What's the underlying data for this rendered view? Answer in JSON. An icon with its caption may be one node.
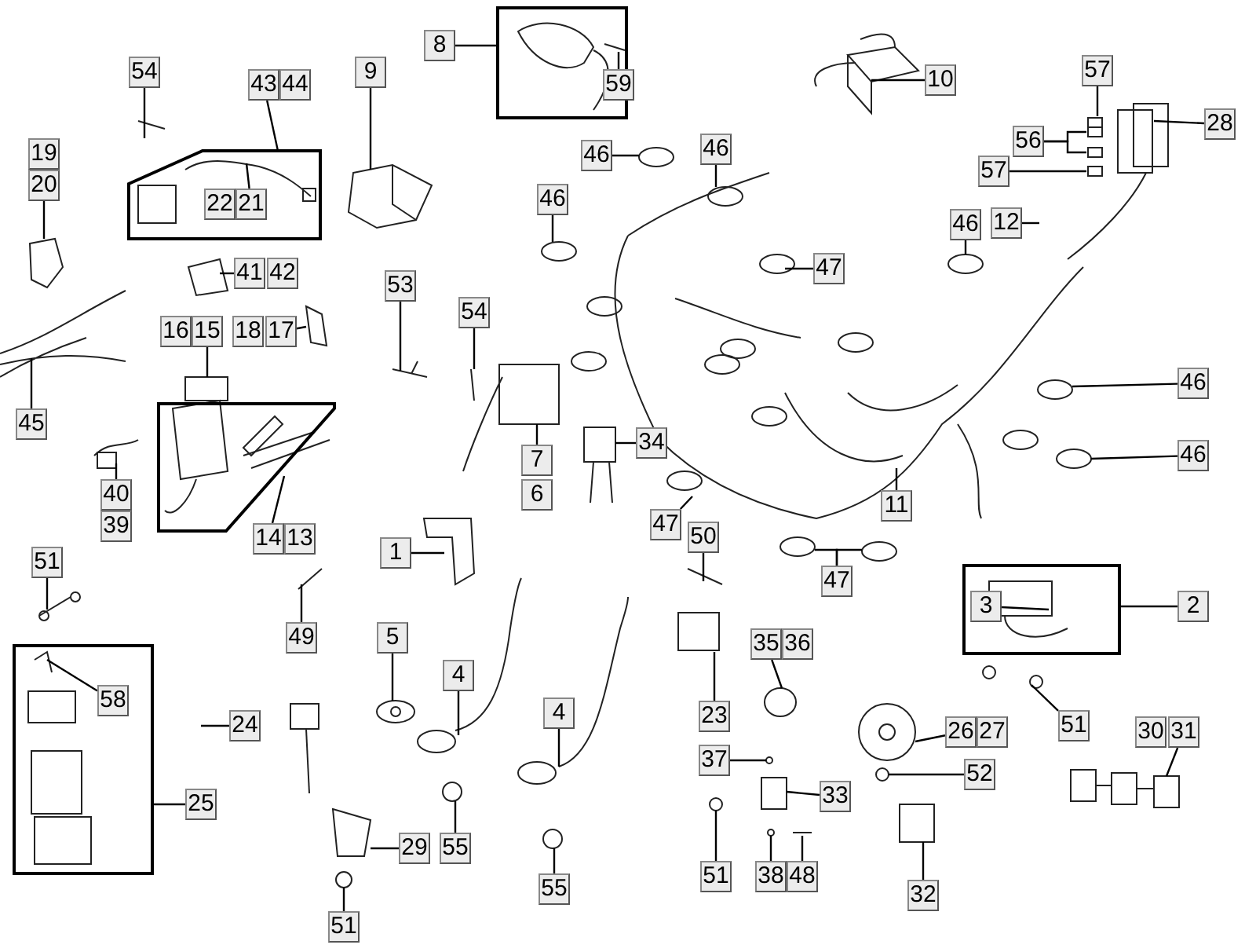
{
  "diagram": {
    "nodes": [
      {
        "text": [
          "54"
        ]
      },
      {
        "text": [
          "43"
        ]
      },
      {
        "text": [
          "44"
        ]
      },
      {
        "text": [
          "9"
        ]
      },
      {
        "text": [
          "8"
        ]
      },
      {
        "text": [],
        "shape": "box"
      },
      {
        "text": [
          "59"
        ],
        "in": 5
      },
      {
        "text": [
          "10"
        ]
      },
      {
        "text": [
          "57"
        ]
      },
      {
        "text": [
          "56"
        ]
      },
      {
        "text": [
          "57"
        ]
      },
      {
        "text": [
          "28"
        ]
      },
      {
        "text": [
          "19"
        ]
      },
      {
        "text": [
          "20"
        ]
      },
      {
        "text": [],
        "shape": "box"
      },
      {
        "text": [
          "22"
        ],
        "in": 14
      },
      {
        "text": [
          "21"
        ],
        "in": 14
      },
      {
        "text": [
          "46"
        ]
      },
      {
        "text": [
          "46"
        ]
      },
      {
        "text": [
          "46"
        ]
      },
      {
        "text": [
          "12"
        ]
      },
      {
        "text": [
          "46"
        ]
      },
      {
        "text": [
          "47"
        ]
      },
      {
        "text": [
          "41"
        ]
      },
      {
        "text": [
          "42"
        ]
      },
      {
        "text": [
          "16"
        ]
      },
      {
        "text": [
          "15"
        ]
      },
      {
        "text": [
          "18"
        ]
      },
      {
        "text": [
          "17"
        ]
      },
      {
        "text": [
          "53"
        ]
      },
      {
        "text": [
          "54"
        ]
      },
      {
        "text": [
          "46"
        ]
      },
      {
        "text": [
          "45"
        ]
      },
      {
        "text": [],
        "shape": "box"
      },
      {
        "text": [
          "46"
        ]
      },
      {
        "text": [
          "40"
        ]
      },
      {
        "text": [
          "7"
        ]
      },
      {
        "text": [
          "34"
        ]
      },
      {
        "text": [
          "6"
        ]
      },
      {
        "text": [
          "11"
        ]
      },
      {
        "text": [
          "39"
        ]
      },
      {
        "text": [
          "14"
        ]
      },
      {
        "text": [
          "13"
        ]
      },
      {
        "text": [
          "47"
        ]
      },
      {
        "text": [
          "50"
        ]
      },
      {
        "text": [
          "1"
        ]
      },
      {
        "text": [
          "51"
        ]
      },
      {
        "text": [
          "47"
        ]
      },
      {
        "text": [],
        "shape": "box"
      },
      {
        "text": [
          "3"
        ],
        "in": 48
      },
      {
        "text": [
          "2"
        ]
      },
      {
        "text": [
          "49"
        ]
      },
      {
        "text": [
          "5"
        ]
      },
      {
        "text": [
          "35"
        ]
      },
      {
        "text": [
          "36"
        ]
      },
      {
        "text": [],
        "shape": "box"
      },
      {
        "text": [
          "58"
        ],
        "in": 55
      },
      {
        "text": [
          "4"
        ]
      },
      {
        "text": [
          "4"
        ]
      },
      {
        "text": [
          "24"
        ]
      },
      {
        "text": [
          "23"
        ]
      },
      {
        "text": [
          "51"
        ]
      },
      {
        "text": [
          "26"
        ]
      },
      {
        "text": [
          "27"
        ]
      },
      {
        "text": [
          "30"
        ]
      },
      {
        "text": [
          "31"
        ]
      },
      {
        "text": [
          "37"
        ]
      },
      {
        "text": [
          "52"
        ]
      },
      {
        "text": [
          "33"
        ]
      },
      {
        "text": [
          "25"
        ]
      },
      {
        "text": [
          "29"
        ]
      },
      {
        "text": [
          "55"
        ]
      },
      {
        "text": [
          "51"
        ]
      },
      {
        "text": [
          "38"
        ]
      },
      {
        "text": [
          "48"
        ]
      },
      {
        "text": [
          "55"
        ]
      },
      {
        "text": [
          "32"
        ]
      },
      {
        "text": [
          "51"
        ]
      }
    ],
    "edges": [
      {
        "from": 0,
        "to": null,
        "arrow": "none"
      },
      {
        "from": 1,
        "to": 14,
        "arrow": "none"
      },
      {
        "from": 3,
        "to": null,
        "arrow": "none"
      },
      {
        "from": 4,
        "to": 5,
        "arrow": "none"
      },
      {
        "from": 6,
        "to": null,
        "arrow": "none"
      },
      {
        "from": 7,
        "to": null,
        "arrow": "none"
      },
      {
        "from": 8,
        "to": null,
        "arrow": "none"
      },
      {
        "from": 9,
        "to": null,
        "arrow": "none"
      },
      {
        "from": 9,
        "to": null,
        "arrow": "none"
      },
      {
        "from": 10,
        "to": null,
        "arrow": "none"
      },
      {
        "from": 11,
        "to": null,
        "arrow": "none"
      },
      {
        "from": 13,
        "to": null,
        "arrow": "none"
      },
      {
        "from": 16,
        "to": null,
        "arrow": "none"
      },
      {
        "from": 17,
        "to": null,
        "arrow": "none"
      },
      {
        "from": 18,
        "to": null,
        "arrow": "none"
      },
      {
        "from": 19,
        "to": null,
        "arrow": "none"
      },
      {
        "from": 20,
        "to": null,
        "arrow": "none"
      },
      {
        "from": 21,
        "to": null,
        "arrow": "none"
      },
      {
        "from": 22,
        "to": null,
        "arrow": "none"
      },
      {
        "from": 23,
        "to": null,
        "arrow": "none"
      },
      {
        "from": 26,
        "to": null,
        "arrow": "none"
      },
      {
        "from": 28,
        "to": null,
        "arrow": "none"
      },
      {
        "from": 29,
        "to": null,
        "arrow": "none"
      },
      {
        "from": 30,
        "to": null,
        "arrow": "none"
      },
      {
        "from": 31,
        "to": null,
        "arrow": "none"
      },
      {
        "from": 32,
        "to": null,
        "arrow": "none"
      },
      {
        "from": 34,
        "to": null,
        "arrow": "none"
      },
      {
        "from": 35,
        "to": null,
        "arrow": "none"
      },
      {
        "from": 36,
        "to": null,
        "arrow": "none"
      },
      {
        "from": 37,
        "to": null,
        "arrow": "none"
      },
      {
        "from": 39,
        "to": null,
        "arrow": "none"
      },
      {
        "from": 41,
        "to": 33,
        "arrow": "none"
      },
      {
        "from": 43,
        "to": null,
        "arrow": "none"
      },
      {
        "from": 44,
        "to": null,
        "arrow": "none"
      },
      {
        "from": 45,
        "to": null,
        "arrow": "none"
      },
      {
        "from": 46,
        "to": null,
        "arrow": "none"
      },
      {
        "from": 47,
        "to": null,
        "arrow": "none"
      },
      {
        "from": 47,
        "to": null,
        "arrow": "none"
      },
      {
        "from": 49,
        "to": null,
        "arrow": "none"
      },
      {
        "from": 50,
        "to": 48,
        "arrow": "none"
      },
      {
        "from": 51,
        "to": null,
        "arrow": "none"
      },
      {
        "from": 52,
        "to": null,
        "arrow": "none"
      },
      {
        "from": 53,
        "to": null,
        "arrow": "none"
      },
      {
        "from": 56,
        "to": null,
        "arrow": "none"
      },
      {
        "from": 57,
        "to": null,
        "arrow": "none"
      },
      {
        "from": 58,
        "to": null,
        "arrow": "none"
      },
      {
        "from": 59,
        "to": null,
        "arrow": "none"
      },
      {
        "from": 60,
        "to": null,
        "arrow": "none"
      },
      {
        "from": 61,
        "to": null,
        "arrow": "none"
      },
      {
        "from": 62,
        "to": null,
        "arrow": "none"
      },
      {
        "from": 65,
        "to": null,
        "arrow": "none"
      },
      {
        "from": 66,
        "to": null,
        "arrow": "none"
      },
      {
        "from": 67,
        "to": null,
        "arrow": "none"
      },
      {
        "from": 68,
        "to": null,
        "arrow": "none"
      },
      {
        "from": 69,
        "to": 55,
        "arrow": "none"
      },
      {
        "from": 70,
        "to": null,
        "arrow": "none"
      },
      {
        "from": 71,
        "to": null,
        "arrow": "none"
      },
      {
        "from": 72,
        "to": null,
        "arrow": "none"
      },
      {
        "from": 73,
        "to": null,
        "arrow": "none"
      },
      {
        "from": 74,
        "to": null,
        "arrow": "none"
      },
      {
        "from": 75,
        "to": null,
        "arrow": "none"
      },
      {
        "from": 76,
        "to": null,
        "arrow": "none"
      },
      {
        "from": 77,
        "to": null,
        "arrow": "none"
      }
    ]
  }
}
